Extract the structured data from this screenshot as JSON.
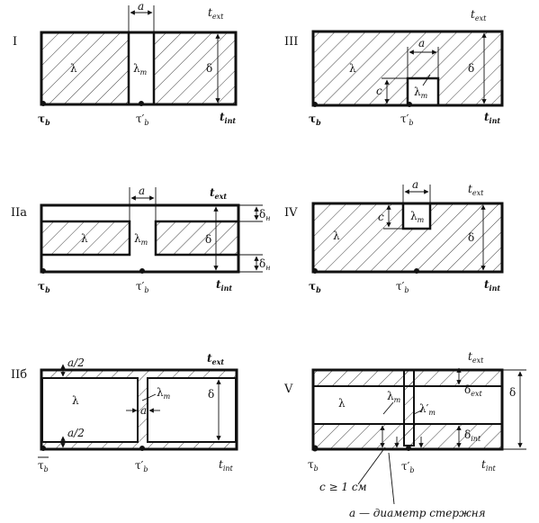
{
  "panels": {
    "I": {
      "roman": "I",
      "t_ext": "t",
      "t_ext_sub": "ext",
      "t_int": "t",
      "t_int_sub": "int",
      "tau_b": "τ",
      "tau_b_sub": "b",
      "tau_b_prime": "τ′",
      "tau_b_prime_sub": "b",
      "lambda": "λ",
      "lambda_m": "λ",
      "lambda_m_sub": "m",
      "delta": "δ",
      "a": "a"
    },
    "II_a": {
      "roman": "IIa",
      "t_ext": "t",
      "t_ext_sub": "ext",
      "t_int": "t",
      "t_int_sub": "int",
      "tau_b": "τ",
      "tau_b_sub": "b",
      "tau_b_prime": "τ′",
      "tau_b_prime_sub": "b",
      "lambda": "λ",
      "lambda_m": "λ",
      "lambda_m_sub": "m",
      "delta": "δ",
      "a": "a",
      "delta_n_top": "δ",
      "delta_n_top_sub": "н",
      "delta_n_bot": "δ",
      "delta_n_bot_sub": "н"
    },
    "II_b": {
      "roman": "IIб",
      "t_ext": "t",
      "t_ext_sub": "ext",
      "t_int": "t",
      "t_int_sub": "int",
      "tau_b": "τ",
      "tau_b_sub": "b",
      "tau_b_prime": "τ′",
      "tau_b_prime_sub": "b",
      "lambda": "λ",
      "lambda_m": "λ",
      "lambda_m_sub": "m",
      "delta": "δ",
      "a": "a",
      "a_half_top": "a/2",
      "a_half_bot": "a/2"
    },
    "III": {
      "roman": "III",
      "t_ext": "t",
      "t_ext_sub": "ext",
      "t_int": "t",
      "t_int_sub": "int",
      "tau_b": "τ",
      "tau_b_sub": "b",
      "tau_b_prime": "τ′",
      "tau_b_prime_sub": "b",
      "lambda": "λ",
      "lambda_m": "λ",
      "lambda_m_sub": "m",
      "delta": "δ",
      "a": "a",
      "c": "c"
    },
    "IV": {
      "roman": "IV",
      "t_ext": "t",
      "t_ext_sub": "ext",
      "t_int": "t",
      "t_int_sub": "int",
      "tau_b": "τ",
      "tau_b_sub": "b",
      "tau_b_prime": "τ′",
      "tau_b_prime_sub": "b",
      "lambda": "λ",
      "lambda_m": "λ",
      "lambda_m_sub": "m",
      "delta": "δ",
      "a": "a",
      "c": "c"
    },
    "V": {
      "roman": "V",
      "t_ext": "t",
      "t_ext_sub": "ext",
      "t_int": "t",
      "t_int_sub": "int",
      "tau_b": "τ",
      "tau_b_sub": "b",
      "tau_b_prime": "τ′",
      "tau_b_prime_sub": "b",
      "lambda": "λ",
      "lambda_m": "λ",
      "lambda_m_sub": "m",
      "lambda_m_prime": "λ′",
      "lambda_m_prime_sub": "m",
      "delta": "δ",
      "delta_ext": "δ",
      "delta_ext_sub": "ext",
      "delta_int": "δ",
      "delta_int_sub": "int",
      "c_note": "c ≥ 1 см",
      "a_note": "a — диаметр стержня"
    }
  }
}
